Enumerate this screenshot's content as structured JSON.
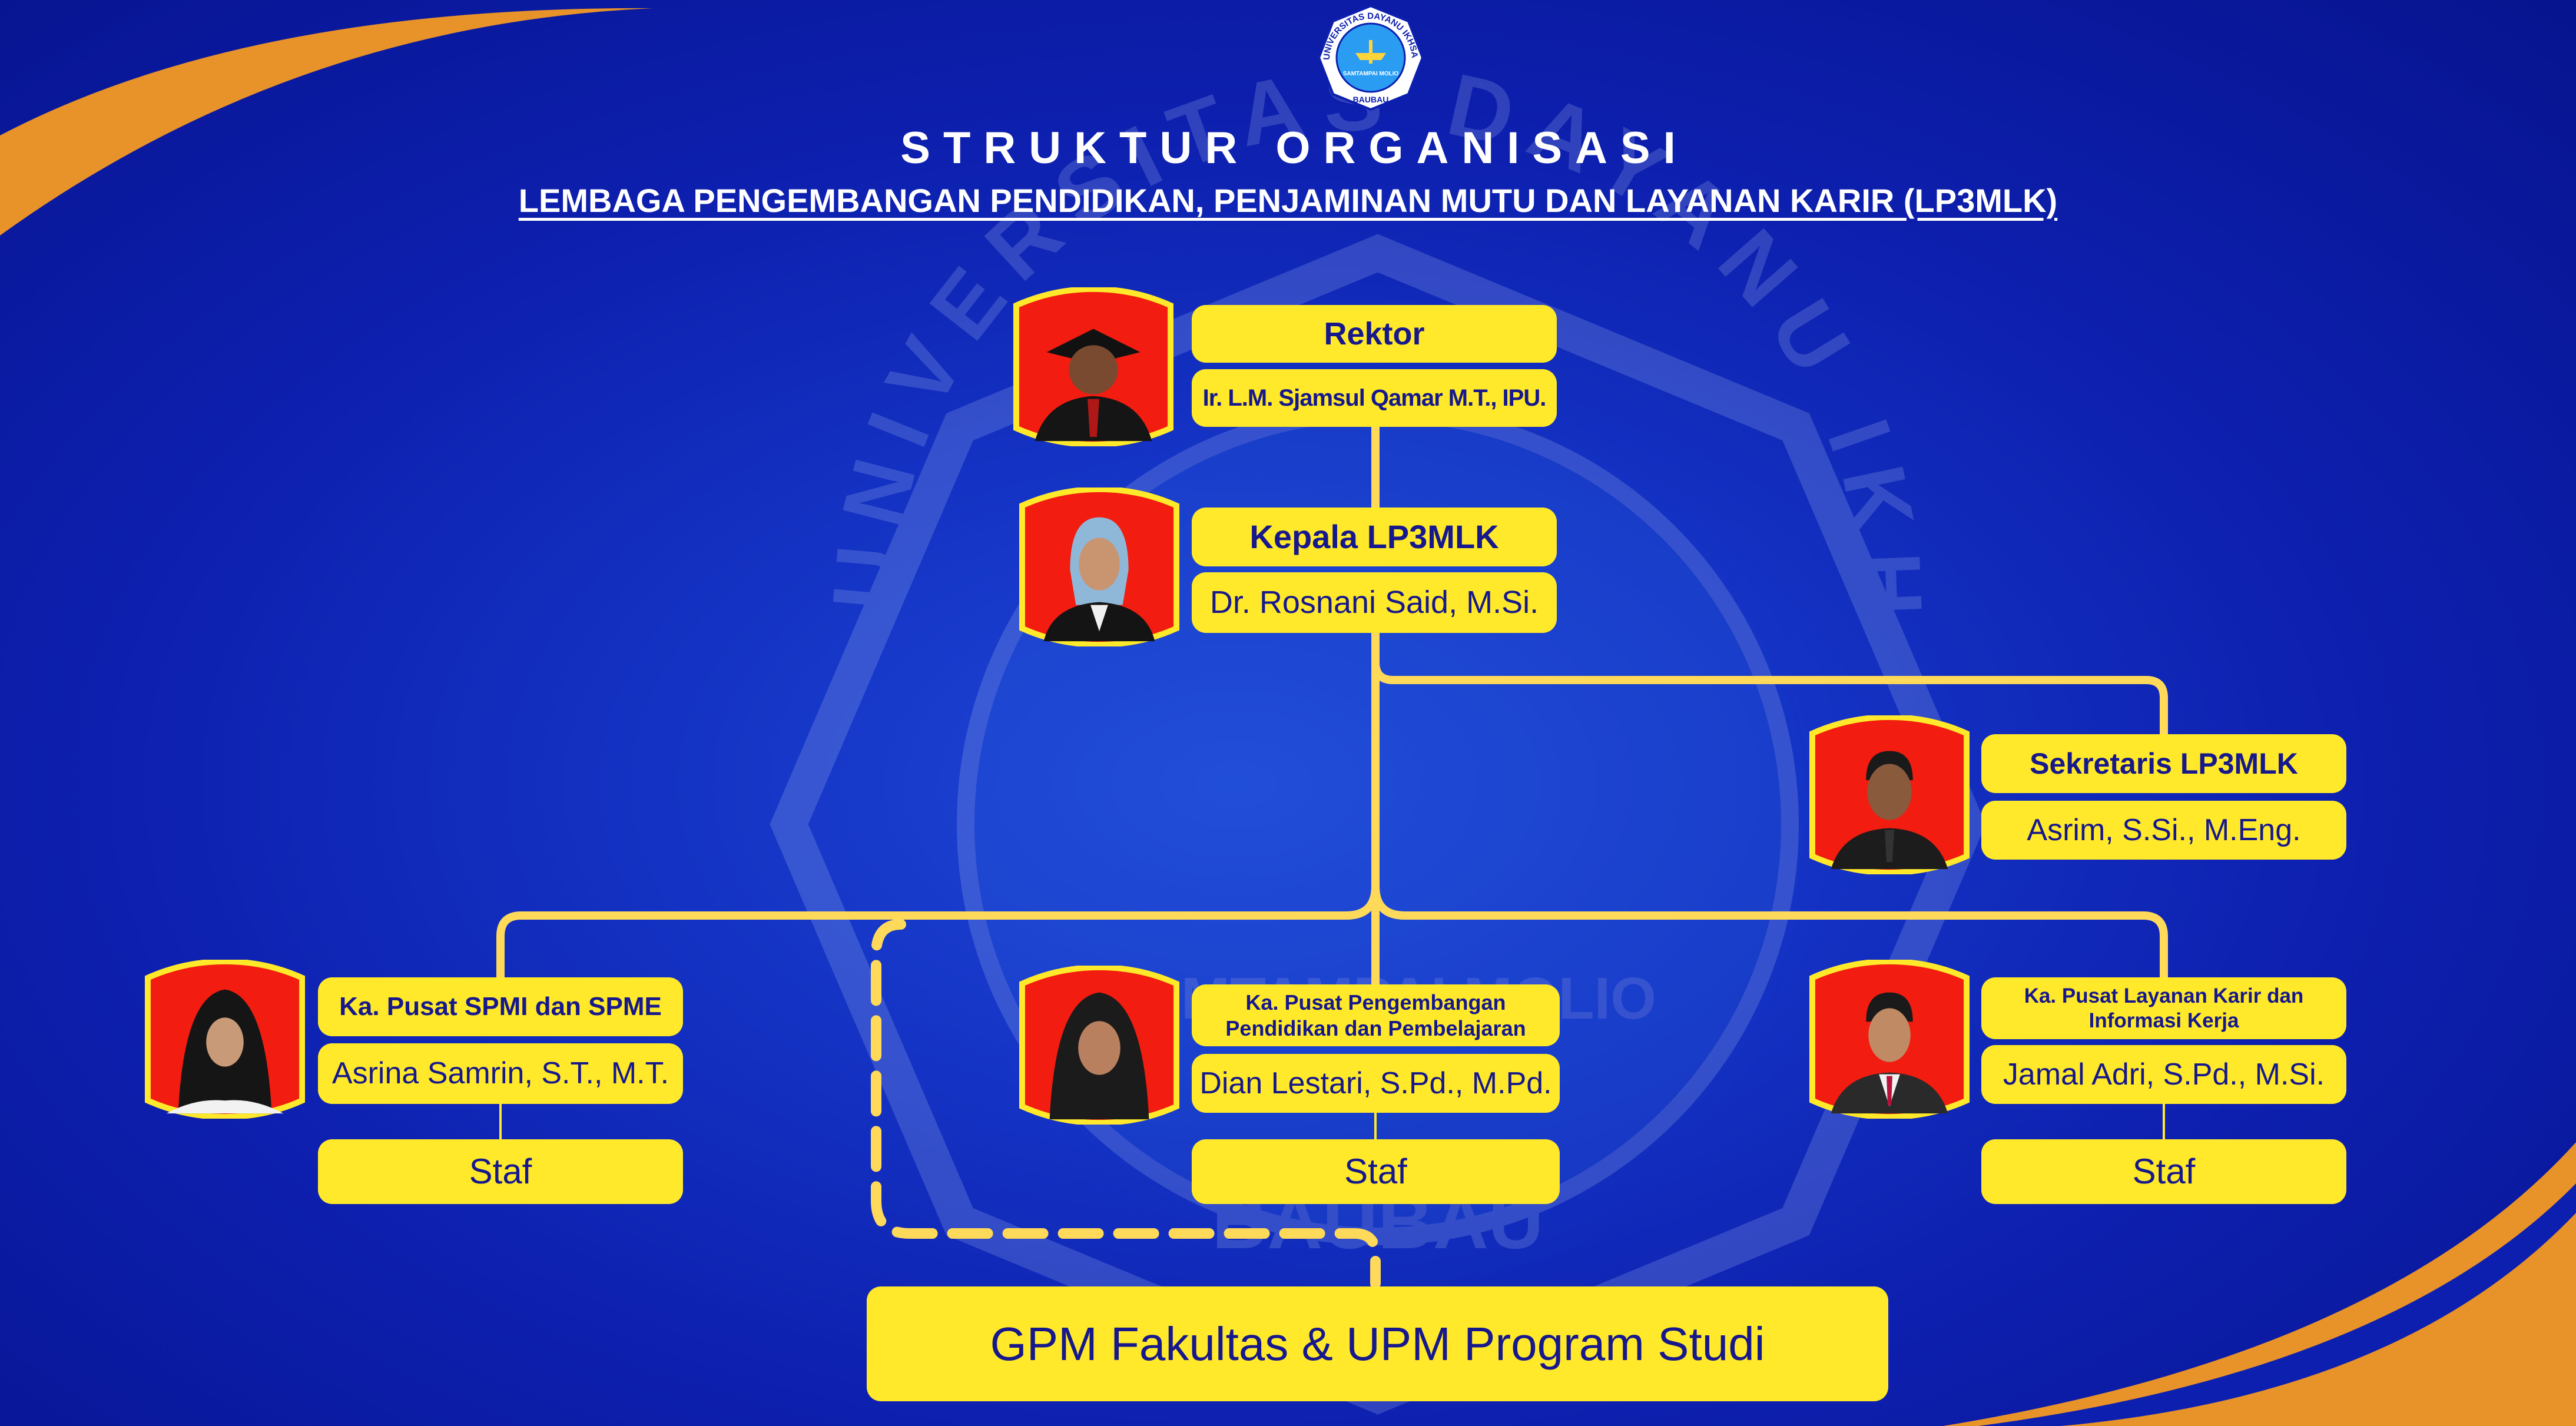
{
  "header": {
    "title": "STRUKTUR ORGANISASI",
    "subtitle": "LEMBAGA PENGEMBANGAN PENDIDIKAN, PENJAMINAN MUTU DAN LAYANAN KARIR (LP3MLK)"
  },
  "logo": {
    "ring_text": "UNIVERSITAS DAYANU IKHSANUDDIN",
    "motto": "SAMTAMPAI MOLIO",
    "city": "BAUBAU"
  },
  "watermark": {
    "ring_text": "UNIVERSITAS DAYANU IKHSANUDDIN",
    "motto": "SAMTAMPAI MOLIO",
    "city": "BAUBAU"
  },
  "org": {
    "rektor": {
      "title": "Rektor",
      "name": "Ir. L.M. Sjamsul Qamar M.T., IPU."
    },
    "kepala": {
      "title": "Kepala LP3MLK",
      "name": "Dr. Rosnani Said, M.Si."
    },
    "sekretaris": {
      "title": "Sekretaris LP3MLK",
      "name": "Asrim, S.Si., M.Eng."
    },
    "spmi": {
      "title": "Ka. Pusat SPMI dan SPME",
      "name": "Asrina Samrin, S.T., M.T.",
      "staff": "Staf"
    },
    "p3": {
      "title": "Ka. Pusat Pengembangan Pendidikan dan Pembelajaran",
      "name": "Dian Lestari, S.Pd., M.Pd.",
      "staff": "Staf"
    },
    "karir": {
      "title": "Ka. Pusat Layanan Karir dan Informasi Kerja",
      "name": "Jamal Adri, S.Pd., M.Si.",
      "staff": "Staf"
    },
    "gpm": {
      "title": "GPM Fakultas & UPM Program Studi"
    }
  },
  "colors": {
    "background": "#0d1fae",
    "box": "#ffe92a",
    "box_text": "#16188c",
    "connector": "#ffd95a",
    "accent_orange": "#e8922a",
    "photo_bg": "#f21c10"
  }
}
